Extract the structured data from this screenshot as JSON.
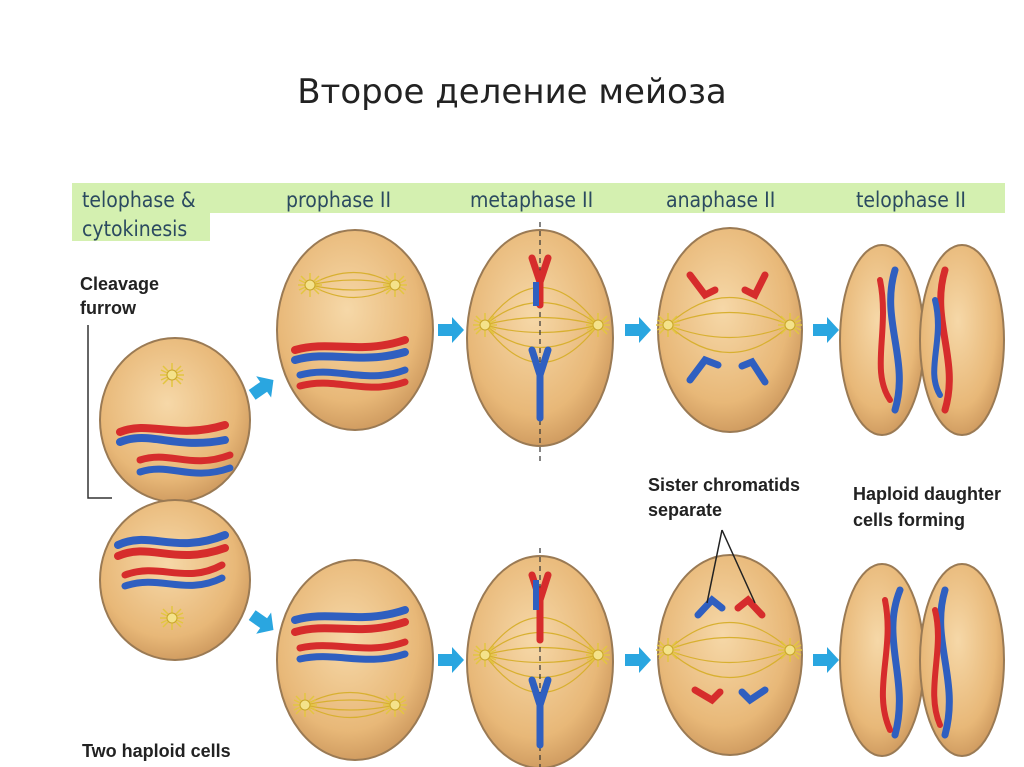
{
  "title": "Второе деление мейоза",
  "stages": {
    "telophase_cytokinesis": [
      "telophase &",
      "cytokinesis"
    ],
    "prophase": "prophase II",
    "metaphase": "metaphase II",
    "anaphase": "anaphase II",
    "telophase2": "telophase II"
  },
  "annotations": {
    "cleavage_furrow": [
      "Cleavage",
      "furrow"
    ],
    "two_haploid": "Two haploid cells",
    "sister_chromatids": [
      "Sister chromatids",
      "separate"
    ],
    "haploid_daughter": [
      "Haploid daughter",
      "cells forming"
    ]
  },
  "colors": {
    "header_band": "#d4f0b0",
    "cell_fill": "#e8b878",
    "cell_edge": "#9a7a54",
    "spindle": "#d8b030",
    "arrow": "#2aa6e0",
    "chromosome_red": "#d62c2c",
    "chromosome_blue": "#2f5fc0"
  }
}
